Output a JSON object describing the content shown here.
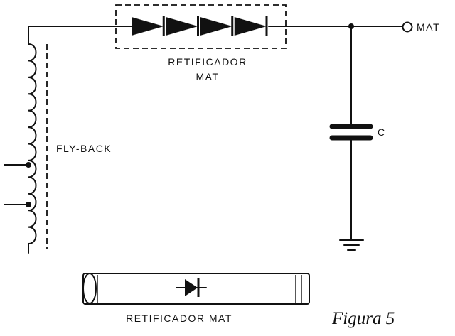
{
  "labels": {
    "rectifier_top_line1": "RETIFICADOR",
    "rectifier_top_line2": "MAT",
    "output": "MAT",
    "capacitor": "C",
    "flyback": "FLY-BACK",
    "rectifier_bottom": "RETIFICADOR MAT",
    "caption": "Figura 5"
  },
  "components": {
    "series_diodes": 4,
    "flyback_coil_turns": 12,
    "flyback_taps": 2
  }
}
